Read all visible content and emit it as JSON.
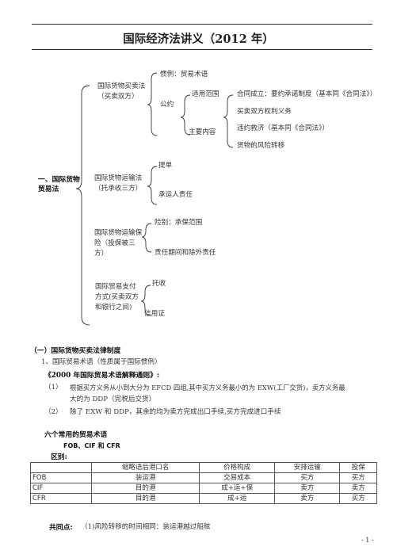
{
  "doc": {
    "title": "国际经济法讲义（2012 年）",
    "page_number": "- 1 -"
  },
  "mindmap": {
    "root": "一、国际货物贸易法",
    "sale": {
      "label": "国际货物买卖法（买卖双方）",
      "custom": "惯例：贸易术语",
      "convention": "公约",
      "scope": "适用范围",
      "main": "主要内容",
      "items": [
        "合同成立：要约承诺制度（基本同《合同法》）",
        "买卖双方权利义务",
        "违约救济（基本同《合同法》）",
        "货物的风险转移"
      ]
    },
    "transport": {
      "label": "国际货物运输法（托承收三方）",
      "items": [
        "提单",
        "承运人责任"
      ]
    },
    "insurance": {
      "label": "国际货物运输保险（投保被三方）",
      "items": [
        "险别：承保范围",
        "责任期间和除外责任"
      ]
    },
    "payment": {
      "label": "国际贸易支付方式(买卖双方和银行之间)",
      "items": [
        "托收",
        "信用证"
      ]
    }
  },
  "section": {
    "heading": "（一）国际货物买卖法律制度",
    "sub1": "1、国际贸易术语（性质属于国际惯例）",
    "interp": "《2000 年国际贸易术语解释通则》:",
    "p1_num": "（1）",
    "p1_line1": "根据买方义务从小到大分为 EFCD 四组,其中买方义务最小的为 EXW(工厂交货)，卖方义务最",
    "p1_line2": "大的为 DDP（完税后交货）",
    "p2_num": "（2）",
    "p2_text": "除了 EXW 和 DDP，其余的均为卖方完成出口手续,买方完成进口手续",
    "six_heading": "六个常用的贸易术语",
    "fob_cif_cfr": "FOB、CIF 和 CFR",
    "diff": "区别:"
  },
  "table": {
    "headers": [
      "",
      "缩略语后港口名",
      "价格构成",
      "安排运输",
      "投保"
    ],
    "rows": [
      [
        "FOB",
        "装运港",
        "交易成本",
        "买方",
        "买方"
      ],
      [
        "CIF",
        "目的港",
        "成+运+保",
        "卖方",
        "卖方"
      ],
      [
        "CFR",
        "目的港",
        "成+运",
        "卖方",
        "买方"
      ]
    ]
  },
  "common": {
    "label": "共同点:",
    "text": "（1)风险转移的时间相同：装运港越过船舷"
  }
}
